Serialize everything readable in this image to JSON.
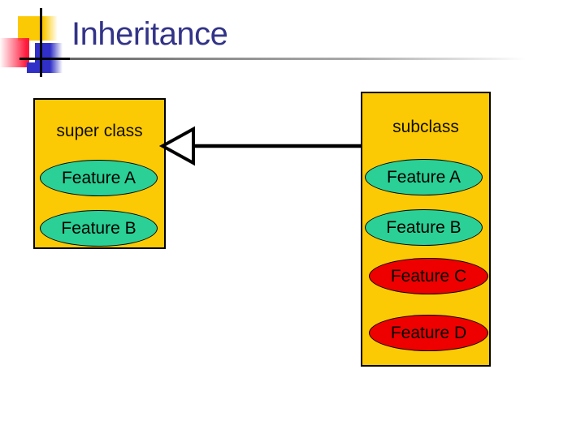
{
  "slide": {
    "title": "Inheritance"
  },
  "superclass": {
    "title": "super class",
    "features": [
      {
        "label": "Feature A",
        "inherited": false
      },
      {
        "label": "Feature B",
        "inherited": false
      }
    ]
  },
  "subclass": {
    "title": "subclass",
    "features": [
      {
        "label": "Feature A",
        "inherited": true
      },
      {
        "label": "Feature B",
        "inherited": true
      },
      {
        "label": "Feature C",
        "inherited": false
      },
      {
        "label": "Feature D",
        "inherited": false
      }
    ]
  },
  "relationship": {
    "type": "generalization-arrow",
    "direction": "subclass-to-superclass"
  },
  "colors": {
    "title-blue": "#333388",
    "box-yellow": "#FCC905",
    "ellipse-teal": "#2BD096",
    "ellipse-red": "#EE0000",
    "deco-blue": "#3030C8",
    "deco-red": "#FF1A3C"
  }
}
